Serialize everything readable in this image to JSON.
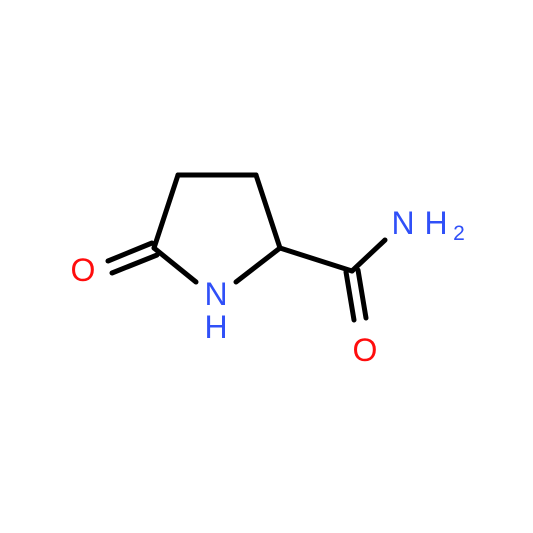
{
  "molecule": {
    "atoms": {
      "ring_oxygen": "O",
      "ring_nitrogen": "N",
      "ring_nitrogen_h": "H",
      "amide_nitrogen": "N",
      "amide_nitrogen_h": "H",
      "amide_nitrogen_h_count": "2",
      "amide_oxygen": "O"
    },
    "colors": {
      "bond": "#000000",
      "oxygen": "#ff0d0d",
      "nitrogen": "#3050f8"
    }
  }
}
